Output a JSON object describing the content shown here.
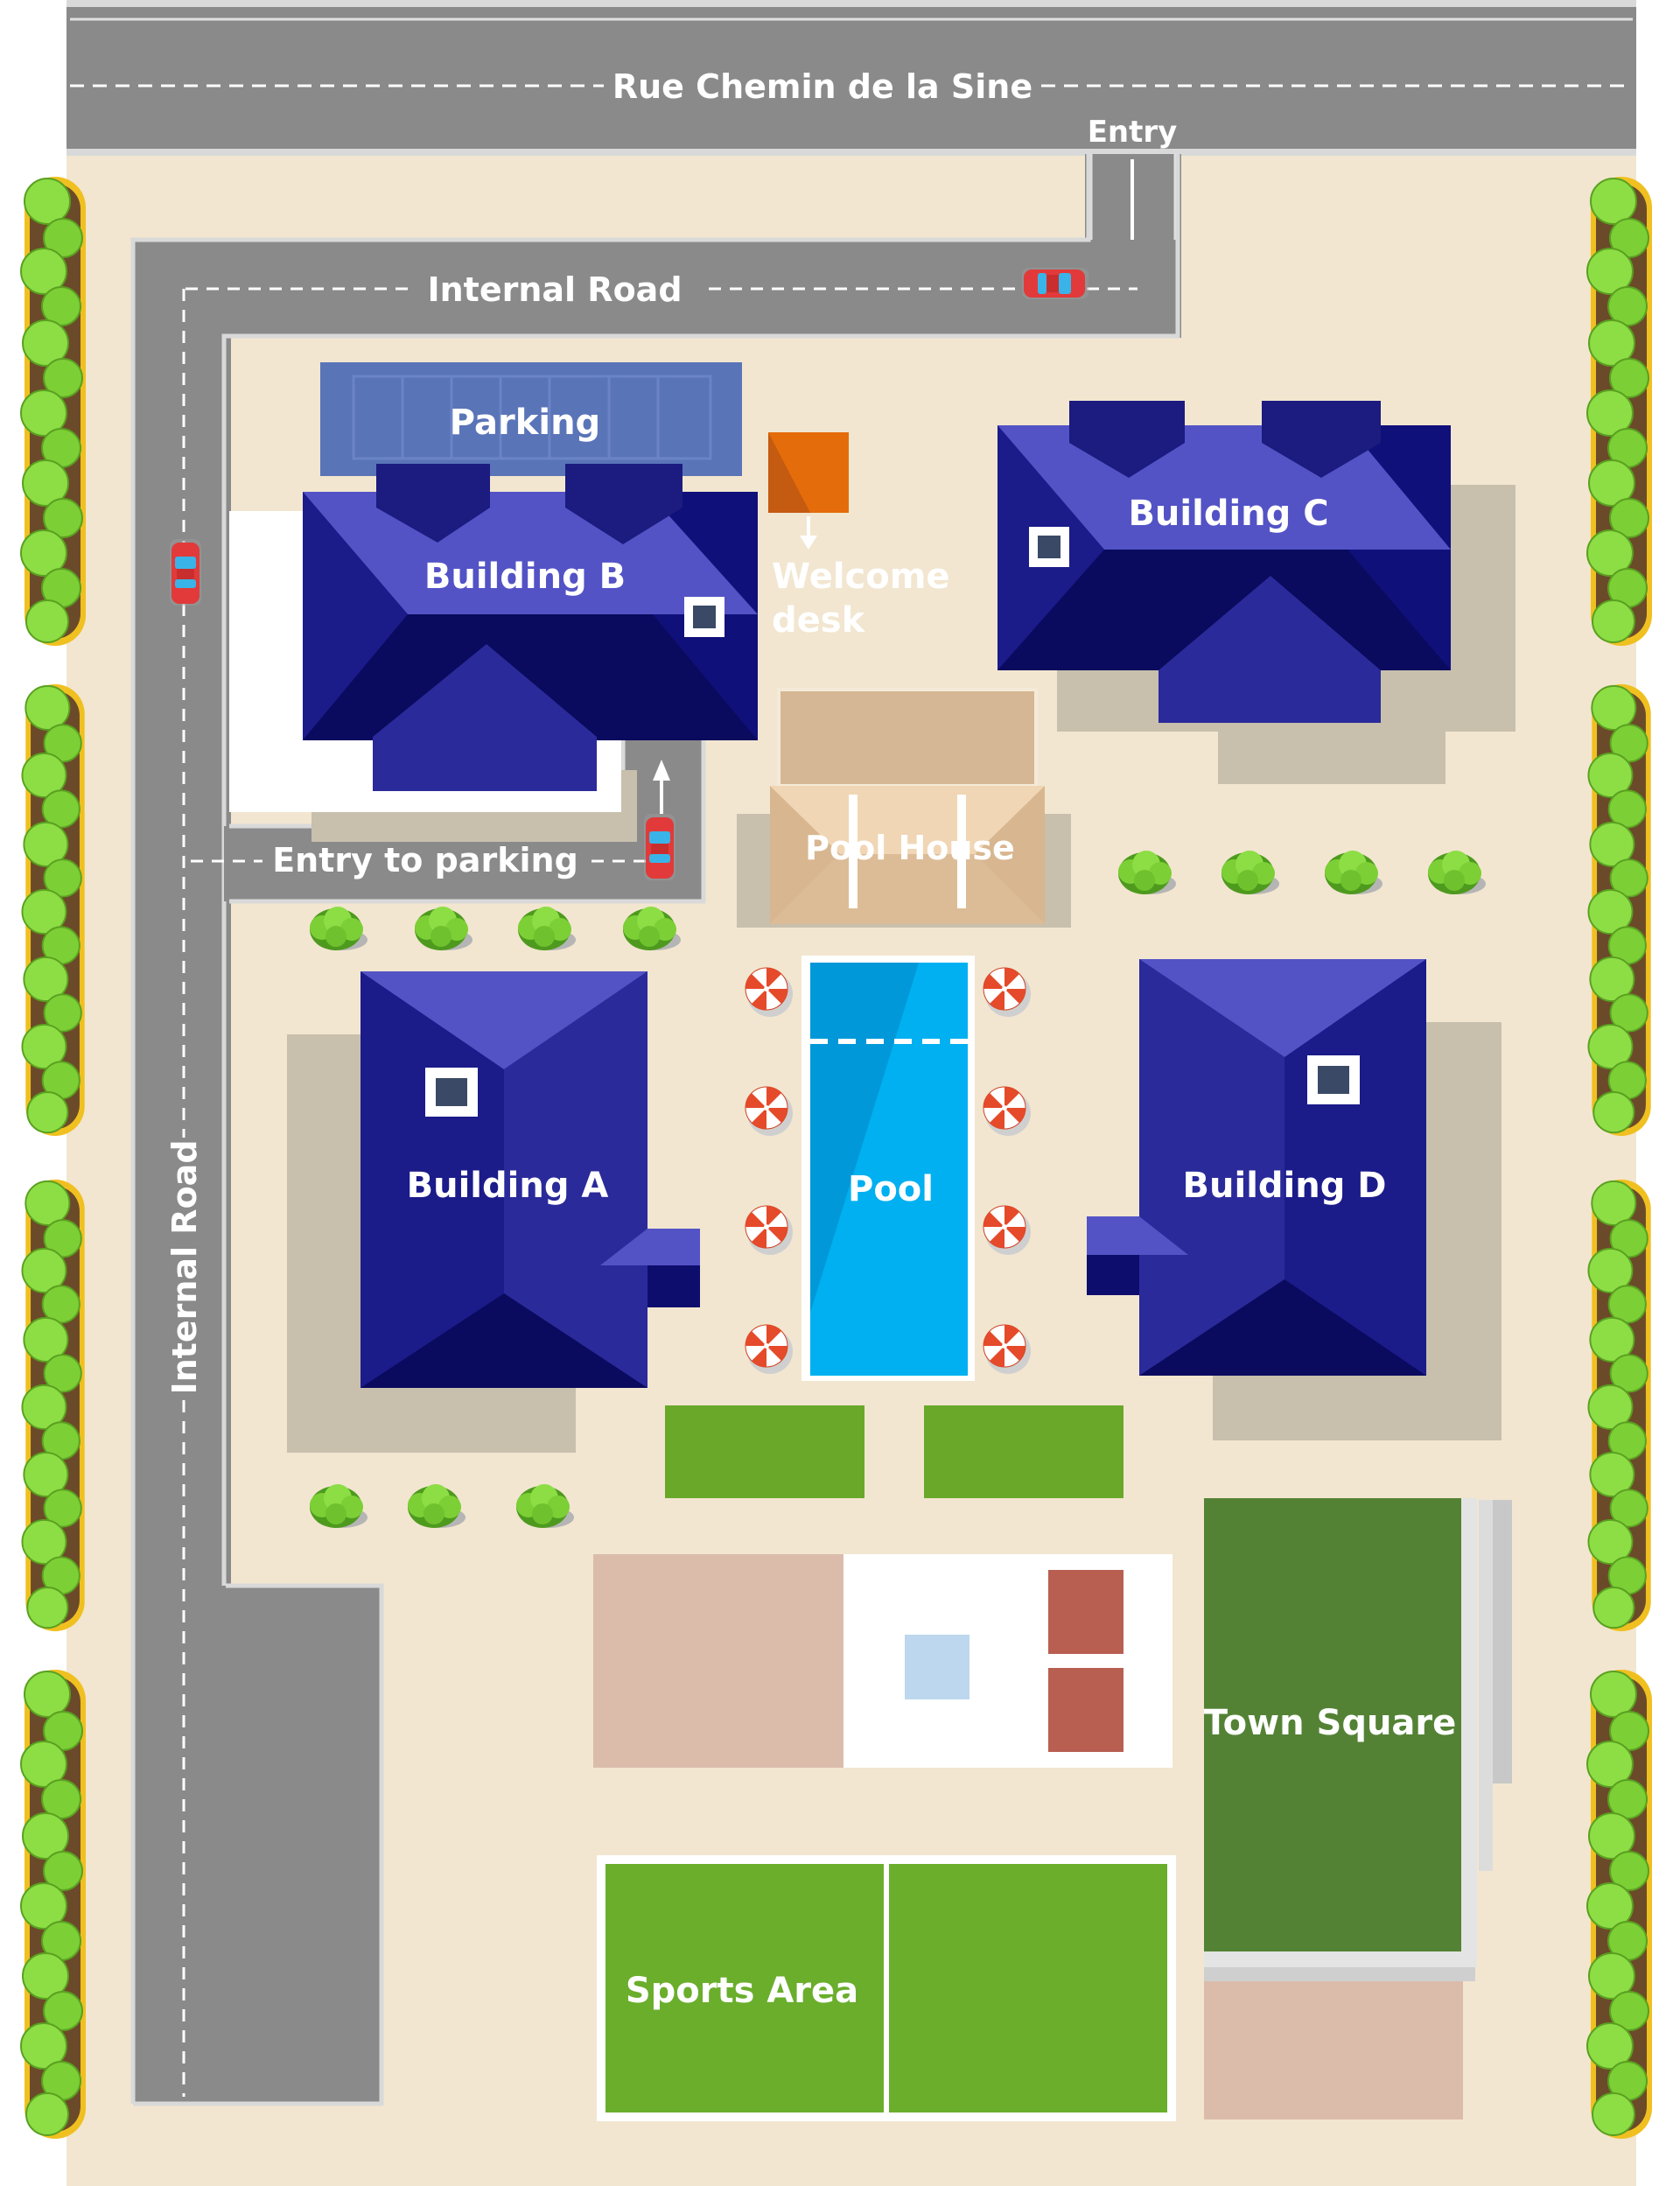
{
  "labels": {
    "main_road": "Rue Chemin de la Sine",
    "entry": "Entry",
    "internal_road_top": "Internal Road",
    "internal_road_side": "Internal Road",
    "parking": "Parking",
    "building_a": "Building A",
    "building_b": "Building B",
    "building_c": "Building C",
    "building_d": "Building D",
    "welcome_line1": "Welcome",
    "welcome_line2": "desk",
    "pool_house": "Pool House",
    "pool": "Pool",
    "entry_to_parking": "Entry to parking",
    "town_square": "Town Square",
    "sports_area": "Sports Area"
  },
  "colors": {
    "ground": "#f2e6d0",
    "road": "#8a8a8a",
    "roof_dark": "#0d0d6e",
    "roof_mid": "#2a2a9a",
    "roof_light": "#5252c4",
    "pool": "#00b0f0",
    "lawn": "#6aa82a",
    "town_square": "#548235",
    "welcome_desk": "#e46c0a",
    "pool_house_text": "#8e6e88",
    "welcome_text": "#f5f0e6"
  }
}
